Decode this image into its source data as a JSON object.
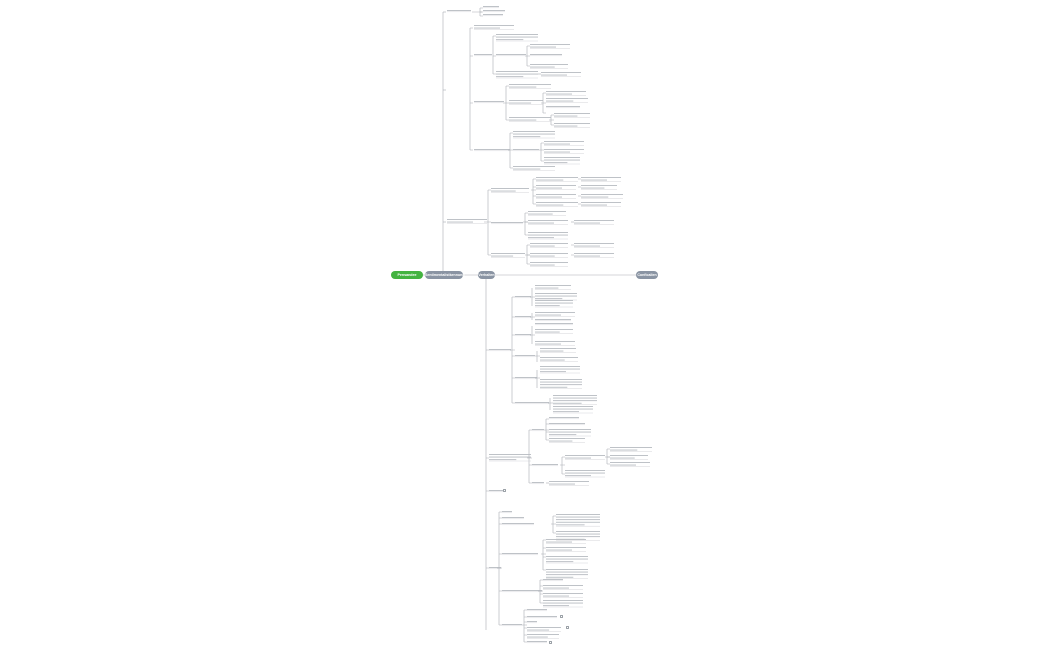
{
  "root": {
    "label": "Pensandee",
    "color": "#43b340"
  },
  "branches": [
    {
      "label": "Sentimentalistkennung",
      "color": "#8a94a3"
    },
    {
      "label": "Verhalten",
      "color": "#8a94a3"
    },
    {
      "label": "Conficalien",
      "color": "#8a94a3"
    }
  ],
  "colors": {
    "line": "#a9adb4",
    "text": "#6b6f76",
    "root": "#43b340",
    "branch": "#8a94a3"
  },
  "icons": [
    "note-icon"
  ]
}
